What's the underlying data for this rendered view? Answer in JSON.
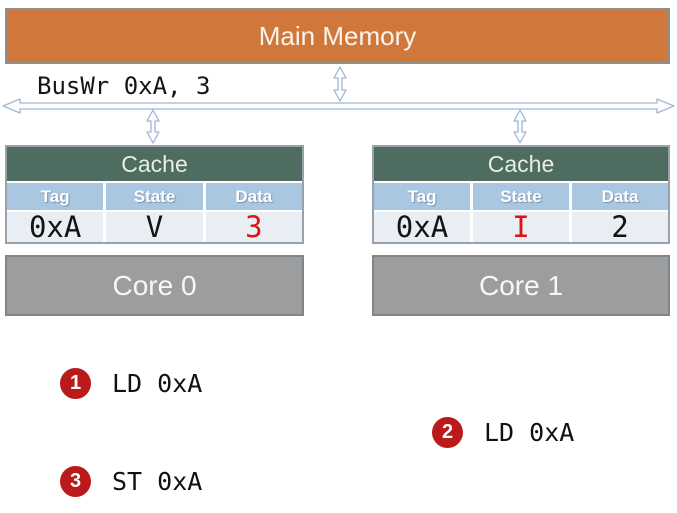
{
  "main_memory": {
    "label": "Main Memory"
  },
  "bus": {
    "message": "BusWr 0xA, 3"
  },
  "caches": [
    {
      "title": "Cache",
      "columns": [
        "Tag",
        "State",
        "Data"
      ],
      "row": {
        "tag": "0xA",
        "state": "V",
        "data": "3"
      }
    },
    {
      "title": "Cache",
      "columns": [
        "Tag",
        "State",
        "Data"
      ],
      "row": {
        "tag": "0xA",
        "state": "I",
        "data": "2"
      }
    }
  ],
  "cores": [
    {
      "label": "Core 0"
    },
    {
      "label": "Core 1"
    }
  ],
  "steps": [
    {
      "num": "1",
      "label": "LD 0xA"
    },
    {
      "num": "2",
      "label": "LD 0xA"
    },
    {
      "num": "3",
      "label": "ST 0xA"
    }
  ],
  "colors": {
    "memory_orange": "#d0783c",
    "cache_header_green": "#4e6c60",
    "column_header_blue": "#aac7e2",
    "row_background": "#e9eef4",
    "core_gray": "#9d9d9d",
    "highlight_red": "#e01313",
    "step_badge_red": "#bb1a1a",
    "bus_arrow_blue": "#a0b8d2"
  }
}
